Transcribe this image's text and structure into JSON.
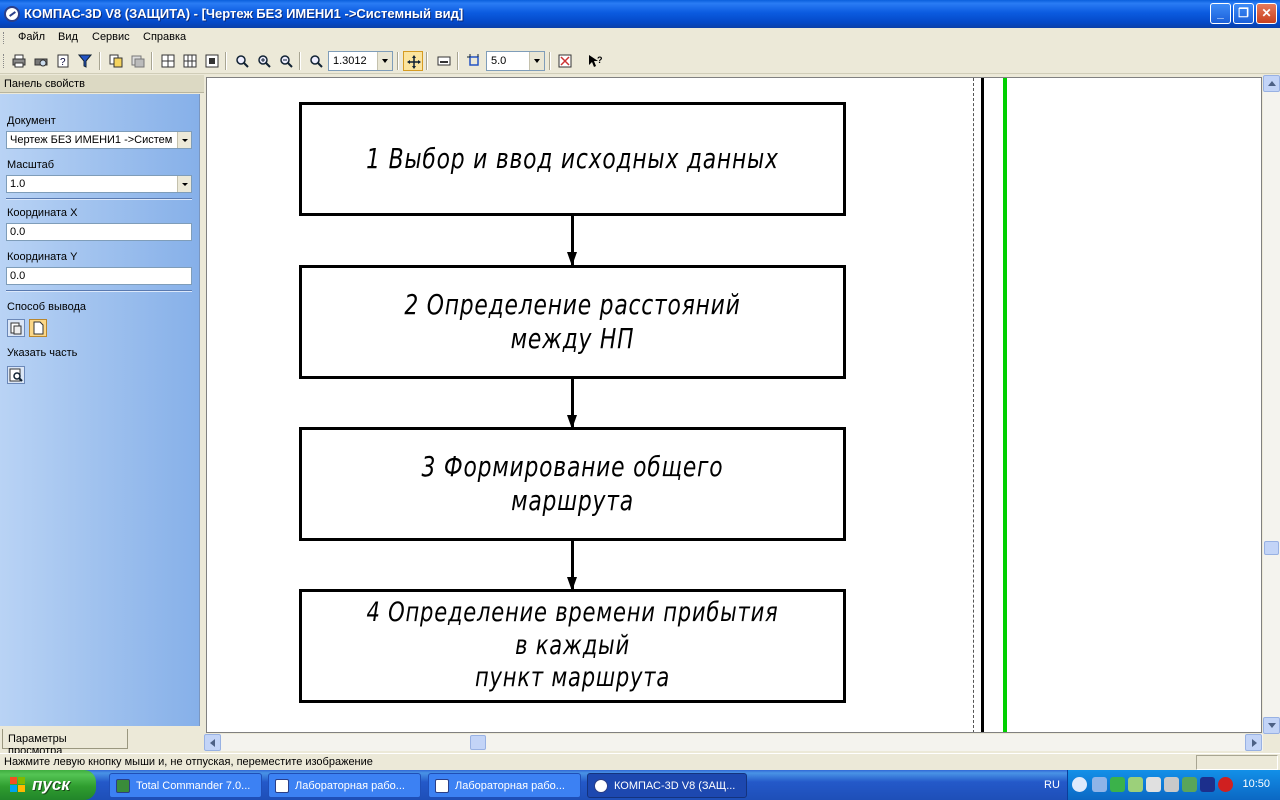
{
  "window": {
    "title": "КОМПАС-3D V8 (ЗАЩИТА) - [Чертеж БЕЗ ИМЕНИ1 ->Системный вид]",
    "controls": [
      "_",
      "❐",
      "✕"
    ]
  },
  "menu": {
    "items": [
      {
        "label": "Файл"
      },
      {
        "label": "Вид"
      },
      {
        "label": "Сервис"
      },
      {
        "label": "Справка"
      }
    ]
  },
  "toolbar": {
    "zoom_value": "1.3012",
    "step_value": "5.0",
    "icons": [
      "print-icon",
      "print-preview-icon",
      "document-info-icon",
      "filter-icon",
      "copy-icon",
      "layers-icon",
      "view-fit-icon",
      "view-all-icon",
      "view-window-icon",
      "zoom-icon",
      "zoom-in-icon",
      "zoom-out-icon",
      "zoom-scale-icon",
      "pan-icon",
      "display-icon",
      "snap-step-icon",
      "print-setup-icon",
      "context-help-icon"
    ]
  },
  "panel": {
    "header": "Панель свойств",
    "document_label": "Документ",
    "document_value": "Чертеж БЕЗ ИМЕНИ1 ->Систем",
    "scale_label": "Масштаб",
    "scale_value": "1.0",
    "coord_x_label": "Координата X",
    "coord_x_value": "0.0",
    "coord_y_label": "Координата Y",
    "coord_y_value": "0.0",
    "output_label": "Способ вывода",
    "part_label": "Указать часть",
    "tab_label": "Параметры просмотра"
  },
  "flowchart": {
    "steps": [
      {
        "text": "1 Выбор и ввод исходных данных"
      },
      {
        "text": "2 Определение расстояний между НП"
      },
      {
        "text": "3 Формирование общего маршрута"
      },
      {
        "text": "4 Определение времени прибытия в каждый\nпункт маршрута"
      }
    ]
  },
  "status": {
    "text": "Нажмите левую кнопку мыши и, не отпуская, переместите изображение"
  },
  "taskbar": {
    "start_label": "пуск",
    "tasks": [
      {
        "label": "Total Commander 7.0..."
      },
      {
        "label": "Лабораторная рабо..."
      },
      {
        "label": "Лабораторная рабо..."
      },
      {
        "label": "КОМПАС-3D V8 (ЗАЩ..."
      }
    ],
    "language": "RU",
    "clock": "10:50"
  },
  "colors": {
    "titlebar": "#0b5be0",
    "panel_gradient": "#9fc1ee",
    "frame_line_green": "#00d000",
    "start_button": "#2f9d2f"
  }
}
